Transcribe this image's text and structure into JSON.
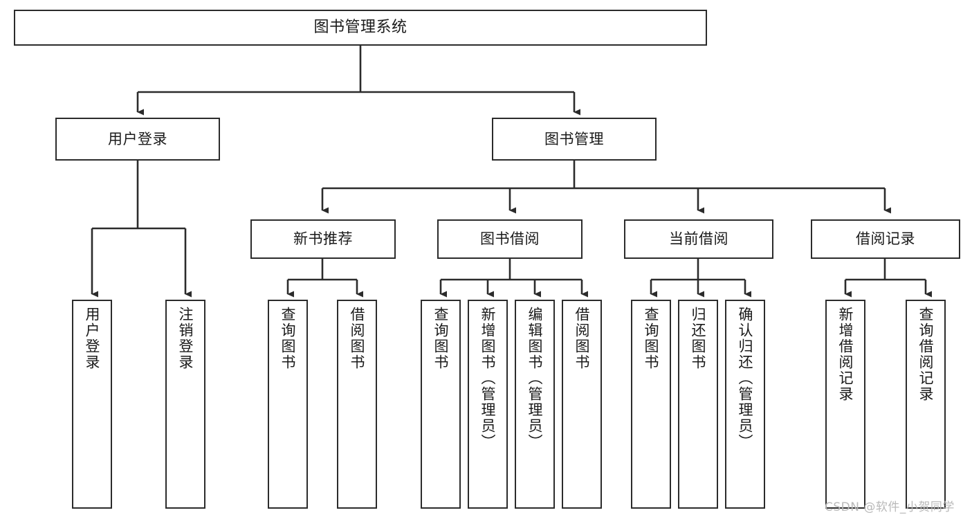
{
  "diagram": {
    "title": "图书管理系统",
    "colors": {
      "stroke": "#2b2b2b",
      "background": "#ffffff",
      "text": "#1a1a1a",
      "watermark": "#b9b9b9"
    },
    "root": {
      "label": "图书管理系统"
    },
    "level1": [
      {
        "label": "用户登录"
      },
      {
        "label": "图书管理"
      }
    ],
    "level2": [
      {
        "label": "新书推荐"
      },
      {
        "label": "图书借阅"
      },
      {
        "label": "当前借阅"
      },
      {
        "label": "借阅记录"
      }
    ],
    "leaves": {
      "user_login": [
        {
          "label": "用户登录"
        },
        {
          "label": "注销登录"
        }
      ],
      "new_book": [
        {
          "label": "查询图书"
        },
        {
          "label": "借阅图书"
        }
      ],
      "book_borrow": [
        {
          "label": "查询图书"
        },
        {
          "label": "新增图书（管理员）"
        },
        {
          "label": "编辑图书（管理员）"
        },
        {
          "label": "借阅图书"
        }
      ],
      "current_borrow": [
        {
          "label": "查询图书"
        },
        {
          "label": "归还图书"
        },
        {
          "label": "确认归还（管理员）"
        }
      ],
      "borrow_record": [
        {
          "label": "新增借阅记录"
        },
        {
          "label": "查询借阅记录"
        }
      ]
    },
    "watermark": "CSDN @软件_小贺同学"
  }
}
